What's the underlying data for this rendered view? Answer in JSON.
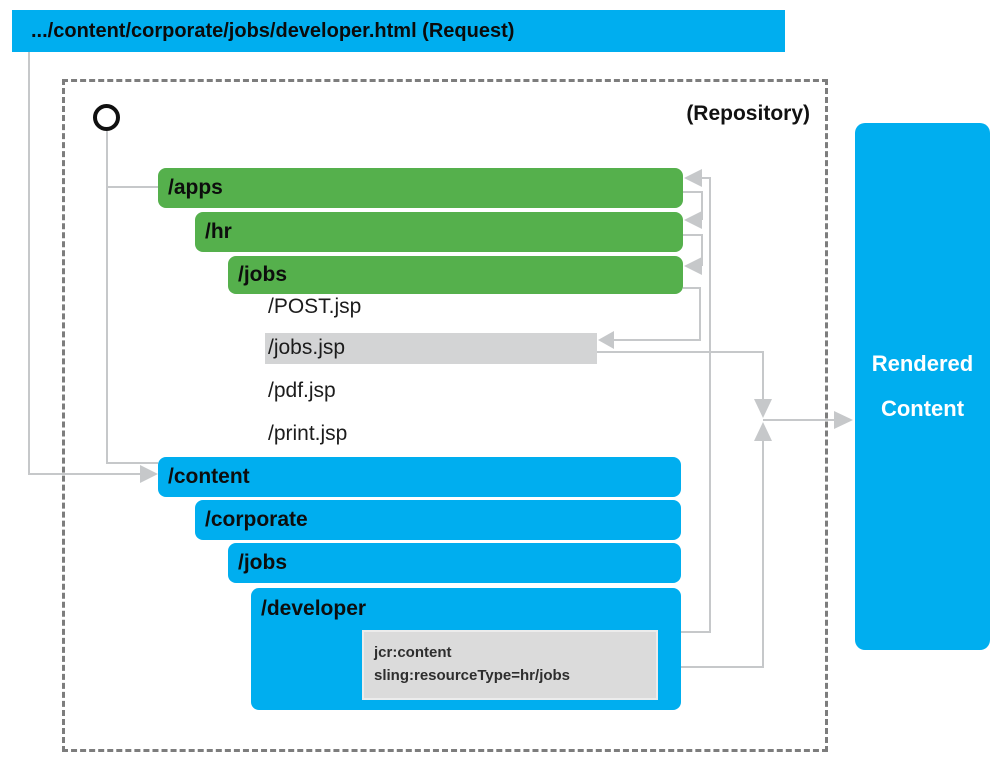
{
  "request": {
    "label": ".../content/corporate/jobs/developer.html (Request)"
  },
  "repository": {
    "label": "(Repository)",
    "apps_nodes": [
      {
        "label": "/apps"
      },
      {
        "label": "/hr"
      },
      {
        "label": "/jobs"
      }
    ],
    "scripts": [
      {
        "label": "/POST.jsp",
        "highlighted": false
      },
      {
        "label": "/jobs.jsp",
        "highlighted": true
      },
      {
        "label": "/pdf.jsp",
        "highlighted": false
      },
      {
        "label": "/print.jsp",
        "highlighted": false
      }
    ],
    "content_nodes": [
      {
        "label": "/content"
      },
      {
        "label": "/corporate"
      },
      {
        "label": "/jobs"
      },
      {
        "label": "/developer"
      }
    ],
    "jcr_node": {
      "line1": "jcr:content",
      "line2": "sling:resourceType=hr/jobs"
    }
  },
  "rendered_content": {
    "line1": "Rendered",
    "line2": "Content"
  },
  "colors": {
    "accent_blue": "#00AEEF",
    "accent_green": "#55B04C",
    "highlight_gray": "#D3D4D5",
    "node_gray": "#DBDBDB",
    "connector_gray": "#C6C8CA",
    "dash_gray": "#7D7D7D",
    "text_black": "#111111",
    "text_white": "#FFFFFF"
  }
}
